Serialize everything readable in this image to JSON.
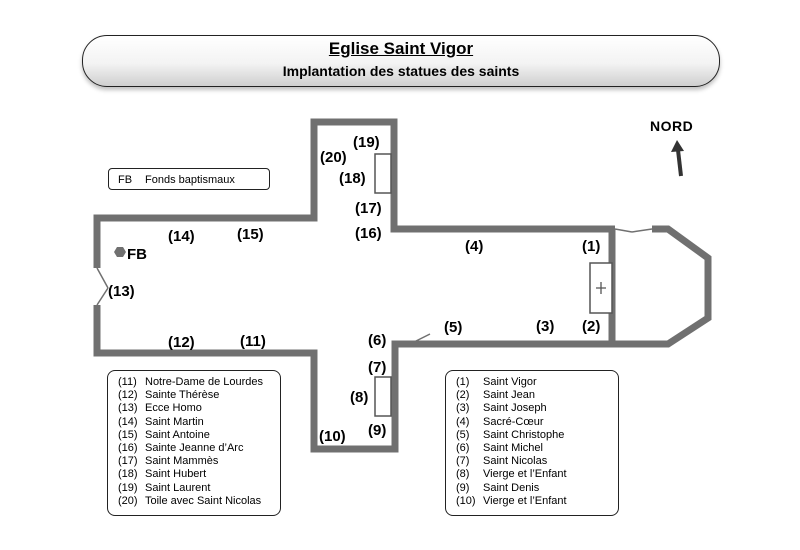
{
  "title": "Eglise Saint Vigor",
  "subtitle": "Implantation des statues des saints",
  "north_label": "NORD",
  "fb_marker": "FB",
  "fb_legend": {
    "code": "FB",
    "text": "Fonds baptismaux"
  },
  "plan_labels": {
    "n1": "(1)",
    "n2": "(2)",
    "n3": "(3)",
    "n4": "(4)",
    "n5": "(5)",
    "n6": "(6)",
    "n7": "(7)",
    "n8": "(8)",
    "n9": "(9)",
    "n10": "(10)",
    "n11": "(11)",
    "n12": "(12)",
    "n13": "(13)",
    "n14": "(14)",
    "n15": "(15)",
    "n16": "(16)",
    "n17": "(17)",
    "n18": "(18)",
    "n19": "(19)",
    "n20": "(20)"
  },
  "legend_left": [
    {
      "num": "(11)",
      "name": "Notre-Dame de Lourdes"
    },
    {
      "num": "(12)",
      "name": "Sainte Thérèse"
    },
    {
      "num": "(13)",
      "name": "Ecce Homo"
    },
    {
      "num": "(14)",
      "name": "Saint Martin"
    },
    {
      "num": "(15)",
      "name": "Saint Antoine"
    },
    {
      "num": "(16)",
      "name": "Sainte Jeanne d’Arc"
    },
    {
      "num": "(17)",
      "name": "Saint Mammès"
    },
    {
      "num": "(18)",
      "name": "Saint Hubert"
    },
    {
      "num": "(19)",
      "name": "Saint Laurent"
    },
    {
      "num": "(20)",
      "name": "Toile avec Saint Nicolas"
    }
  ],
  "legend_right": [
    {
      "num": "(1)",
      "name": "Saint Vigor"
    },
    {
      "num": "(2)",
      "name": "Saint Jean"
    },
    {
      "num": "(3)",
      "name": "Saint Joseph"
    },
    {
      "num": "(4)",
      "name": "Sacré-Cœur"
    },
    {
      "num": "(5)",
      "name": "Saint Christophe"
    },
    {
      "num": "(6)",
      "name": "Saint Michel"
    },
    {
      "num": "(7)",
      "name": "Saint Nicolas"
    },
    {
      "num": "(8)",
      "name": "Vierge et l’Enfant"
    },
    {
      "num": "(9)",
      "name": "Saint Denis"
    },
    {
      "num": "(10)",
      "name": "Vierge et l’Enfant"
    }
  ],
  "colors": {
    "wall": "#707070",
    "border": "#222222",
    "arrow": "#4a4a4a"
  }
}
